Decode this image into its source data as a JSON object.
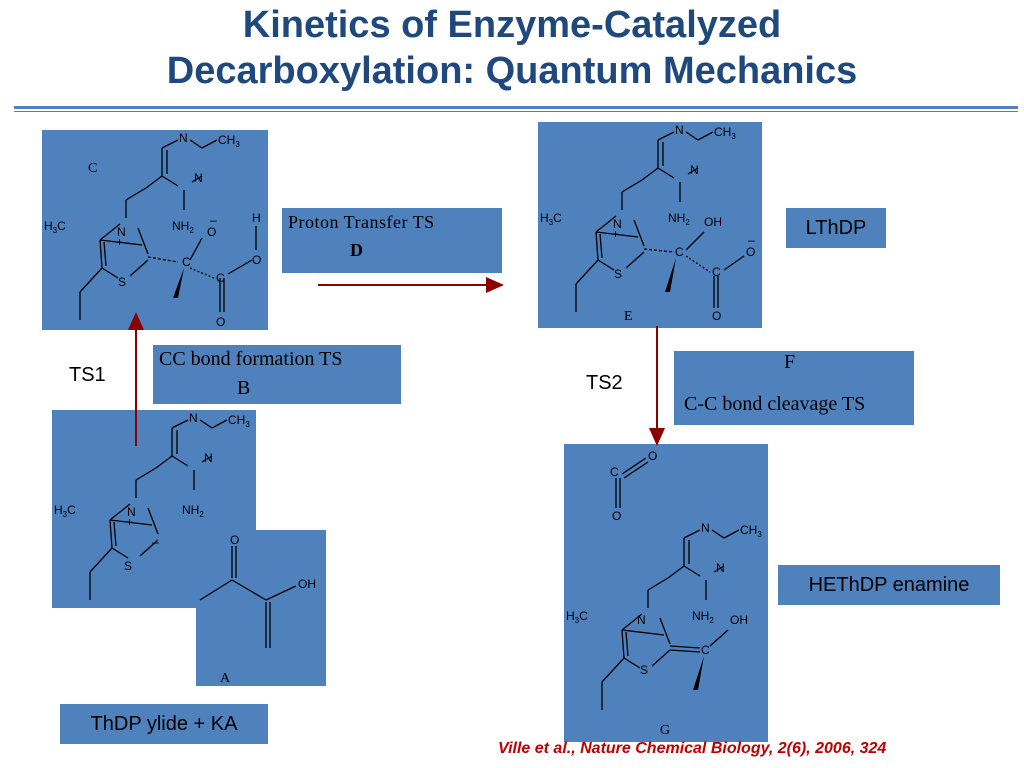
{
  "slide": {
    "title_line1": "Kinetics of Enzyme-Catalyzed",
    "title_line2": "Decarboxylation: Quantum Mechanics",
    "citation": "Ville et al., Nature Chemical Biology, 2(6), 2006, 324"
  },
  "colors": {
    "title": "#1f497d",
    "panel": "#4f81bd",
    "arrow": "#8b0000",
    "citation": "#c00000"
  },
  "labels": {
    "proton_ts": "Proton Transfer TS",
    "proton_ts_letter": "D",
    "cc_formation": "CC bond formation TS",
    "cc_formation_letter": "B",
    "f_letter": "F",
    "cc_cleavage": "C-C bond cleavage TS",
    "lthdp": "LThDP",
    "hethdp": "HEThDP enamine",
    "ylide": "ThDP ylide + KA",
    "ts1": "TS1",
    "ts2": "TS2"
  },
  "molecules": {
    "letter_C": "C",
    "letter_E": "E",
    "letter_G": "G",
    "letter_A": "A",
    "atom_N": "N",
    "atom_S": "S",
    "atom_O": "O",
    "atom_C": "C",
    "atom_H": "H",
    "ch3": "CH",
    "h3c_h": "H",
    "h3c_c": "C",
    "nh2": "NH",
    "sub3": "3",
    "sub2": "2",
    "oh": "OH",
    "plus": "+",
    "minus": "–"
  }
}
